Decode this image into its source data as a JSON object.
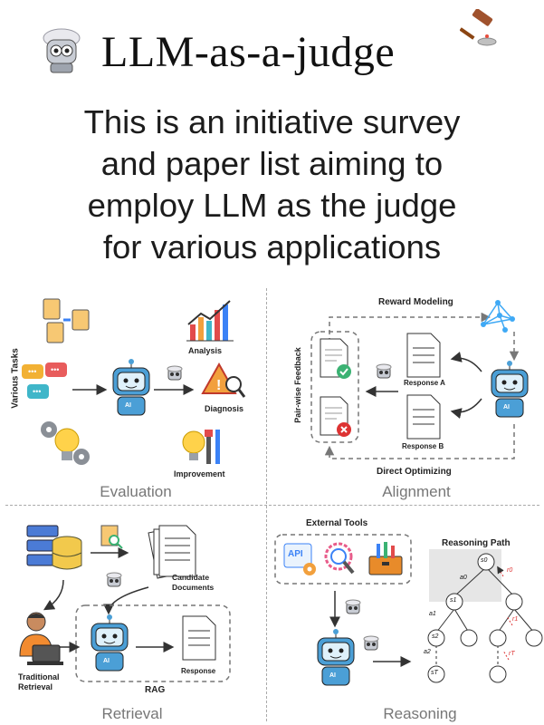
{
  "header": {
    "title": "LLM-as-a-judge",
    "subtitle_lines": [
      "This is an initiative survey",
      "and paper list aiming to",
      "employ LLM as the judge",
      "for various applications"
    ]
  },
  "evaluation": {
    "side_label": "Various Tasks",
    "analysis": "Analysis",
    "diagnosis": "Diagnosis",
    "improvement": "Improvement",
    "ai": "AI",
    "section": "Evaluation"
  },
  "alignment": {
    "reward_modeling": "Reward Modeling",
    "side_label": "Pair-wise Feedback",
    "response_a": "Response A",
    "response_b": "Response B",
    "direct_optimizing": "Direct Optimizing",
    "ai": "AI",
    "section": "Alignment"
  },
  "retrieval": {
    "candidate_documents": "Candidate Documents",
    "traditional_retrieval": "Traditional Retrieval",
    "response": "Response",
    "rag": "RAG",
    "ai": "AI",
    "section": "Retrieval"
  },
  "reasoning": {
    "external_tools": "External Tools",
    "reasoning_path": "Reasoning Path",
    "api": "API",
    "ai": "AI",
    "section": "Reasoning",
    "nodes": {
      "s0": "s0",
      "s1": "s1",
      "s2": "s2",
      "sT": "sT",
      "a0": "a0",
      "a1": "a1",
      "a2": "a2",
      "r0": "r0",
      "r1": "r1",
      "rT": "rT"
    }
  },
  "colors": {
    "robot": "#4b9fd6",
    "gear": "#8a8f96",
    "doc": "#ffffff",
    "accent_red": "#d33",
    "accent_green": "#3bb273",
    "section": "#777777"
  },
  "icons": [
    "robot-judge-icon",
    "gavel-icon",
    "robot-icon",
    "chart-icon",
    "warning-magnifier-icon",
    "lightbulb-gears-icon",
    "document-icon",
    "database-icon",
    "person-laptop-icon",
    "network-icon",
    "toolbox-icon"
  ]
}
